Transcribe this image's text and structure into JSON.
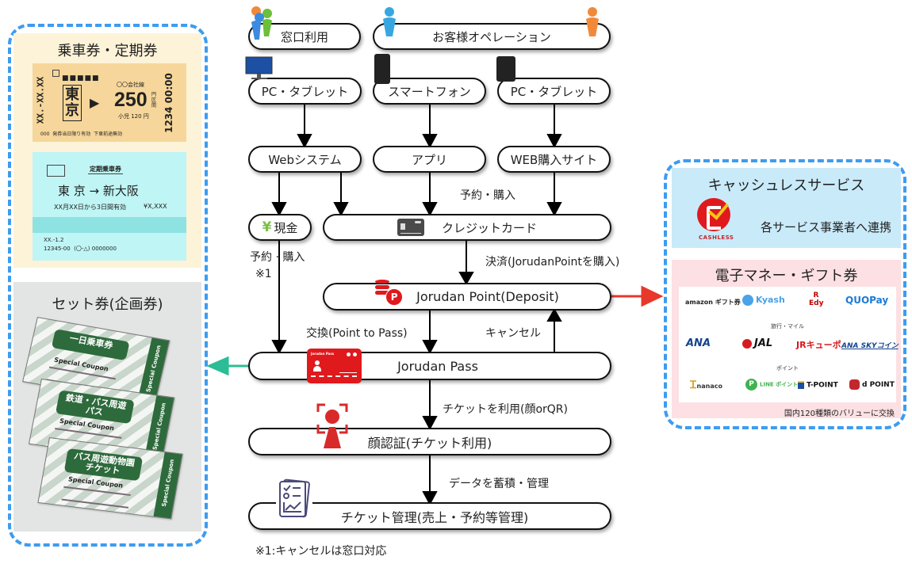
{
  "left_panel": {
    "tickets_title": "乗車券・定期券",
    "ticket": {
      "date": "XX.-XX.XX",
      "station": "東京",
      "company": "〇〇会社線",
      "price": "250",
      "unit": "円区間",
      "child": "小児 120 円",
      "number": "1234 00:00",
      "footer": "000  発券当日限り有効  下車前途無効"
    },
    "pass": {
      "heading": "定期乗車券",
      "route": "東 京 → 新大阪",
      "validity": "XX月XX日から3日間有効",
      "price": "¥X,XXX",
      "line1": "XX.-1.2",
      "line2": "12345-00  (〇-△) 0000000"
    },
    "set_title": "セット券(企画券)",
    "coupons": [
      {
        "name": "一日乗車券",
        "sub": "Special Coupon",
        "side": "Special Coupon"
      },
      {
        "name": "鉄道・バス周遊パス",
        "sub": "Special Coupon",
        "side": "Special Coupon"
      },
      {
        "name": "バス周遊動物園チケット",
        "sub": "Special Coupon",
        "side": "Special Coupon"
      }
    ]
  },
  "flow": {
    "counter": "窓口利用",
    "customer": "お客様オペレーション",
    "pc1": "PC・タブレット",
    "smartphone": "スマートフォン",
    "pc2": "PC・タブレット",
    "web_system": "Webシステム",
    "app": "アプリ",
    "web_purchase": "WEB購入サイト",
    "reserve_purchase": "予約・購入",
    "cash": "現金",
    "credit": "クレジットカード",
    "cash_note1": "予約 · 購入",
    "cash_note2": "※1",
    "settlement": "決済(JorudanPointを購入)",
    "point": "Jorudan Point(Deposit)",
    "exchange": "交換(Point to Pass)",
    "cancel": "キャンセル",
    "pass": "Jorudan Pass",
    "pass_card_label": "Jorudan Pass",
    "use_ticket": "チケットを利用(顔orQR)",
    "face_auth": "顔認証(チケット利用)",
    "store_data": "データを蓄積・管理",
    "ticket_mgmt": "チケット管理(売上・予約等管理)",
    "footnote": "※1:キャンセルは窓口対応"
  },
  "right_panel": {
    "cashless_title": "キャッシュレスサービス",
    "cashless_logo": "CASHLESS",
    "cashless_text": "各サービス事業者へ連携",
    "emoney_title": "電子マネー・ギフト券",
    "row1": [
      "amazon ギフト券",
      "Kyash",
      "R Edy",
      "QUOPay"
    ],
    "travel_label": "旅行・マイル",
    "row2": [
      "ANA",
      "JAL",
      "JRキューポ",
      "ANA SKYコイン"
    ],
    "points_label": "ポイント",
    "row3": [
      "nanaco",
      "LINE ポイント",
      "T-POINT",
      "d POINT"
    ],
    "exchange_note": "国内120種類のバリューに交換"
  },
  "colors": {
    "dash_blue": "#3d9cf0",
    "red_arrow": "#e8372b",
    "teal_arrow": "#2bbd95",
    "jorudan_red": "#e0191d"
  }
}
